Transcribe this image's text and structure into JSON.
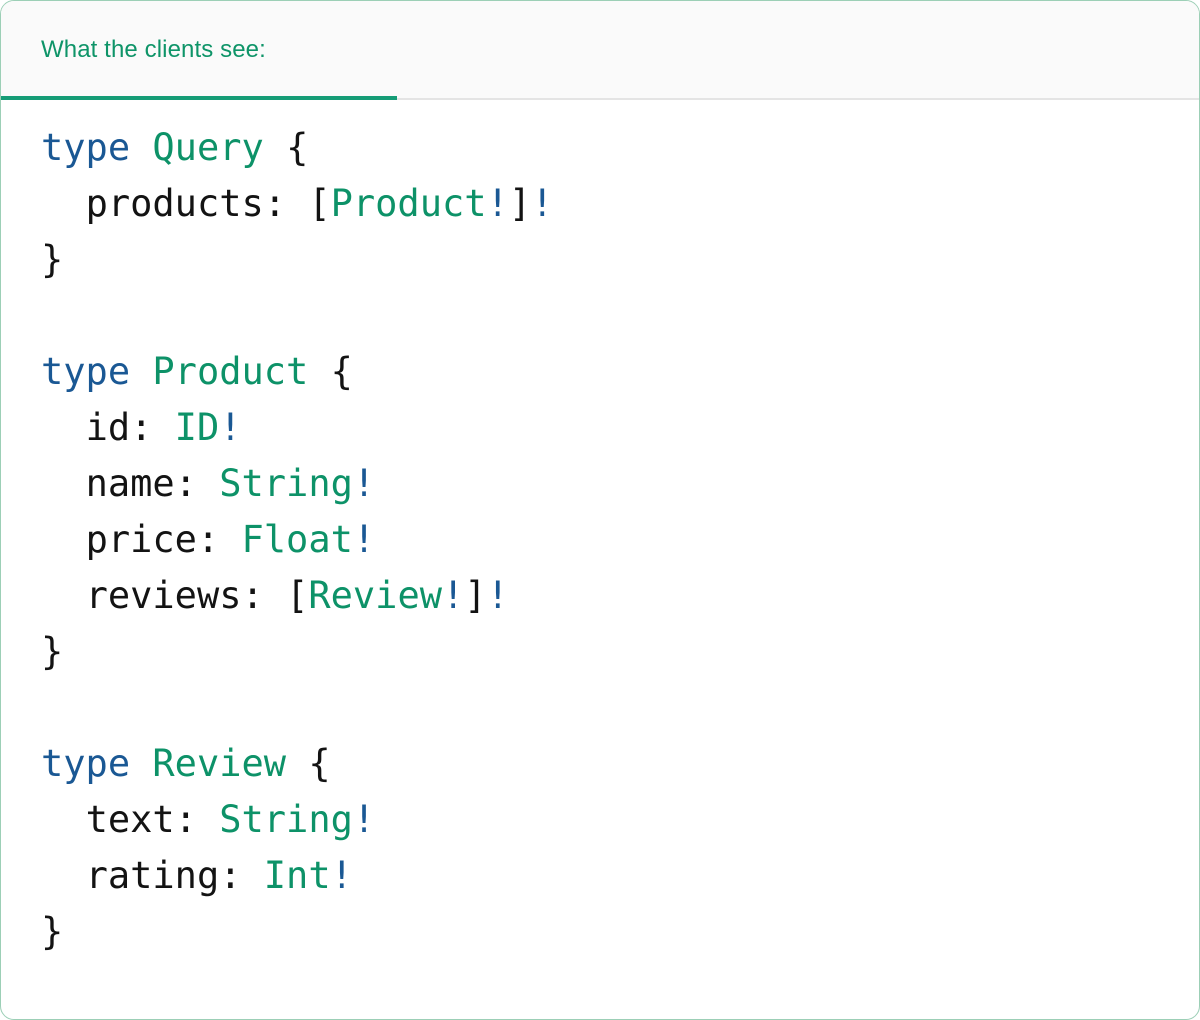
{
  "panel": {
    "border_color": "#9ccfb6",
    "background": "#ffffff"
  },
  "header": {
    "tab_label": "What the clients see:",
    "accent_color": "#159c76",
    "text_color": "#0e9468",
    "background": "#fafafa",
    "divider_color": "#e4e4e4"
  },
  "syntax_colors": {
    "keyword": "#1a5894",
    "type_name": "#0d9268",
    "punctuation": "#131313",
    "field_name": "#131313",
    "non_null_bang": "#1a5894"
  },
  "code": {
    "language": "graphql",
    "lines": [
      {
        "indent": 0,
        "tokens": [
          {
            "text": "type",
            "kind": "kw"
          },
          {
            "text": " ",
            "kind": "plain"
          },
          {
            "text": "Query",
            "kind": "type"
          },
          {
            "text": " ",
            "kind": "plain"
          },
          {
            "text": "{",
            "kind": "punct"
          }
        ]
      },
      {
        "indent": 2,
        "tokens": [
          {
            "text": "products:",
            "kind": "field"
          },
          {
            "text": " ",
            "kind": "plain"
          },
          {
            "text": "[",
            "kind": "punct"
          },
          {
            "text": "Product",
            "kind": "type"
          },
          {
            "text": "!",
            "kind": "bang"
          },
          {
            "text": "]",
            "kind": "punct"
          },
          {
            "text": "!",
            "kind": "bang"
          }
        ]
      },
      {
        "indent": 0,
        "tokens": [
          {
            "text": "}",
            "kind": "punct"
          }
        ]
      },
      {
        "indent": 0,
        "tokens": []
      },
      {
        "indent": 0,
        "tokens": [
          {
            "text": "type",
            "kind": "kw"
          },
          {
            "text": " ",
            "kind": "plain"
          },
          {
            "text": "Product",
            "kind": "type"
          },
          {
            "text": " ",
            "kind": "plain"
          },
          {
            "text": "{",
            "kind": "punct"
          }
        ]
      },
      {
        "indent": 2,
        "tokens": [
          {
            "text": "id:",
            "kind": "field"
          },
          {
            "text": " ",
            "kind": "plain"
          },
          {
            "text": "ID",
            "kind": "type"
          },
          {
            "text": "!",
            "kind": "bang"
          }
        ]
      },
      {
        "indent": 2,
        "tokens": [
          {
            "text": "name:",
            "kind": "field"
          },
          {
            "text": " ",
            "kind": "plain"
          },
          {
            "text": "String",
            "kind": "type"
          },
          {
            "text": "!",
            "kind": "bang"
          }
        ]
      },
      {
        "indent": 2,
        "tokens": [
          {
            "text": "price:",
            "kind": "field"
          },
          {
            "text": " ",
            "kind": "plain"
          },
          {
            "text": "Float",
            "kind": "type"
          },
          {
            "text": "!",
            "kind": "bang"
          }
        ]
      },
      {
        "indent": 2,
        "tokens": [
          {
            "text": "reviews:",
            "kind": "field"
          },
          {
            "text": " ",
            "kind": "plain"
          },
          {
            "text": "[",
            "kind": "punct"
          },
          {
            "text": "Review",
            "kind": "type"
          },
          {
            "text": "!",
            "kind": "bang"
          },
          {
            "text": "]",
            "kind": "punct"
          },
          {
            "text": "!",
            "kind": "bang"
          }
        ]
      },
      {
        "indent": 0,
        "tokens": [
          {
            "text": "}",
            "kind": "punct"
          }
        ]
      },
      {
        "indent": 0,
        "tokens": []
      },
      {
        "indent": 0,
        "tokens": [
          {
            "text": "type",
            "kind": "kw"
          },
          {
            "text": " ",
            "kind": "plain"
          },
          {
            "text": "Review",
            "kind": "type"
          },
          {
            "text": " ",
            "kind": "plain"
          },
          {
            "text": "{",
            "kind": "punct"
          }
        ]
      },
      {
        "indent": 2,
        "tokens": [
          {
            "text": "text:",
            "kind": "field"
          },
          {
            "text": " ",
            "kind": "plain"
          },
          {
            "text": "String",
            "kind": "type"
          },
          {
            "text": "!",
            "kind": "bang"
          }
        ]
      },
      {
        "indent": 2,
        "tokens": [
          {
            "text": "rating:",
            "kind": "field"
          },
          {
            "text": " ",
            "kind": "plain"
          },
          {
            "text": "Int",
            "kind": "type"
          },
          {
            "text": "!",
            "kind": "bang"
          }
        ]
      },
      {
        "indent": 0,
        "tokens": [
          {
            "text": "}",
            "kind": "punct"
          }
        ]
      }
    ]
  }
}
